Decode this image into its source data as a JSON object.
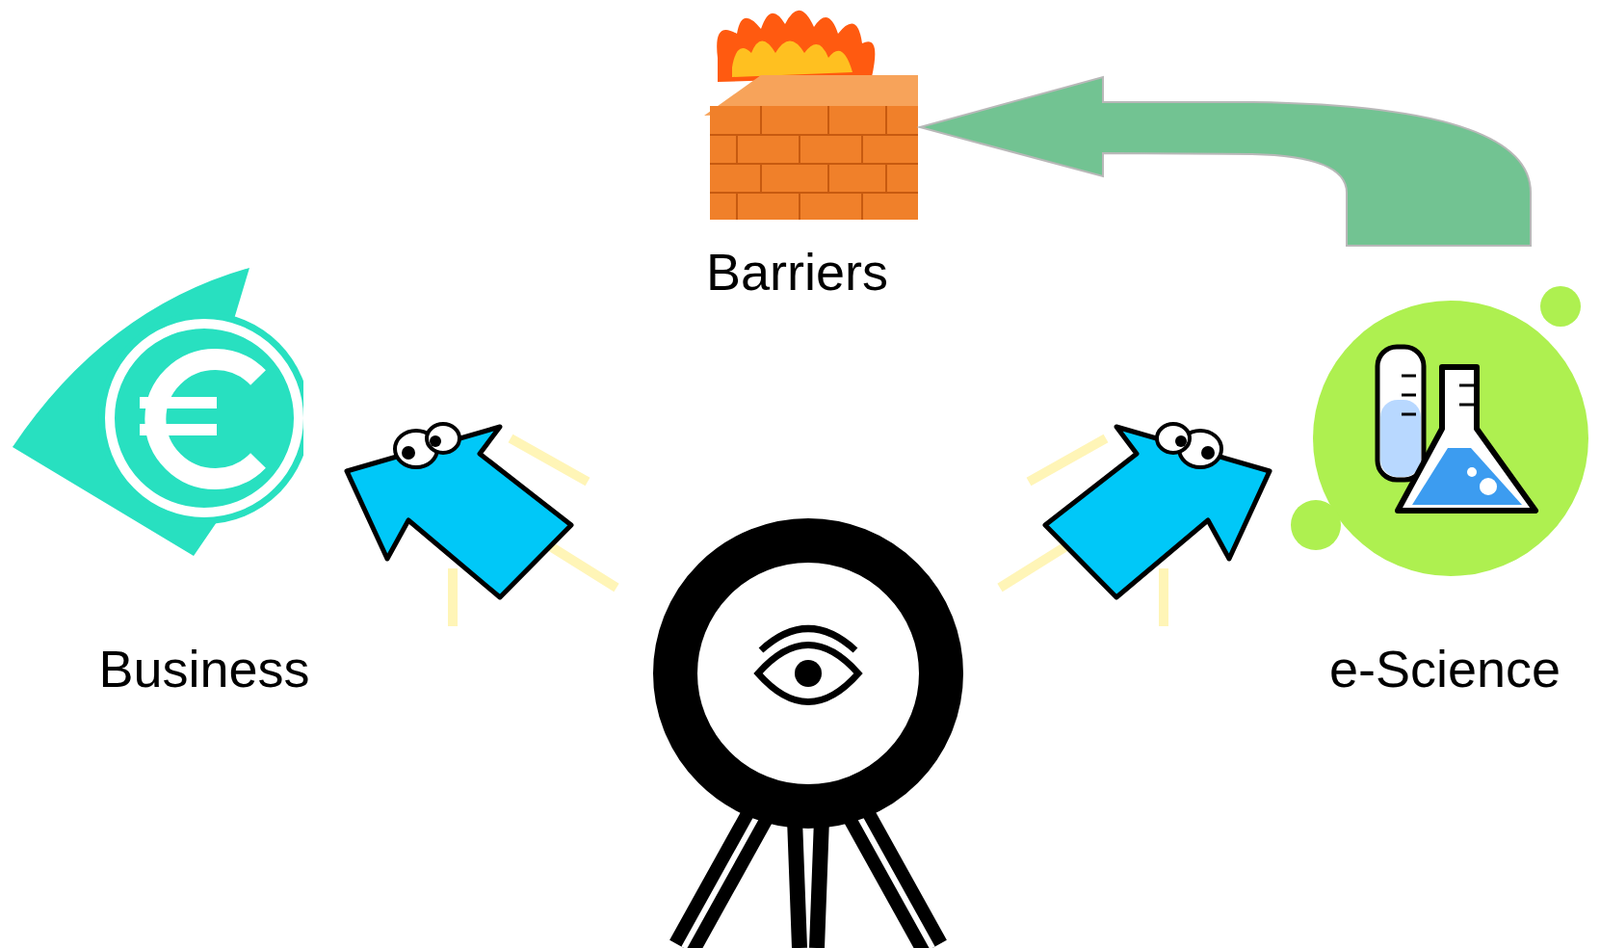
{
  "diagram": {
    "nodes": [
      {
        "text": [
          "Barriers"
        ]
      },
      {
        "text": [
          "Business"
        ]
      },
      {
        "text": [
          "e-Science"
        ]
      }
    ],
    "edges": [
      {
        "from": 2,
        "to": 0,
        "arrow": "to"
      }
    ]
  }
}
